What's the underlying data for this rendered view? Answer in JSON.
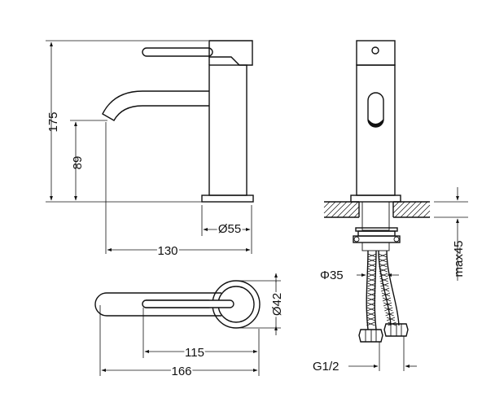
{
  "dimensions": {
    "total_height": "175",
    "spout_height": "89",
    "spout_reach": "130",
    "base_diameter": "Ø55",
    "handle_reach": "115",
    "total_length": "166",
    "top_diameter": "Ø42",
    "hole_diameter": "Φ35",
    "max_thickness": "max45",
    "thread": "G1/2"
  }
}
